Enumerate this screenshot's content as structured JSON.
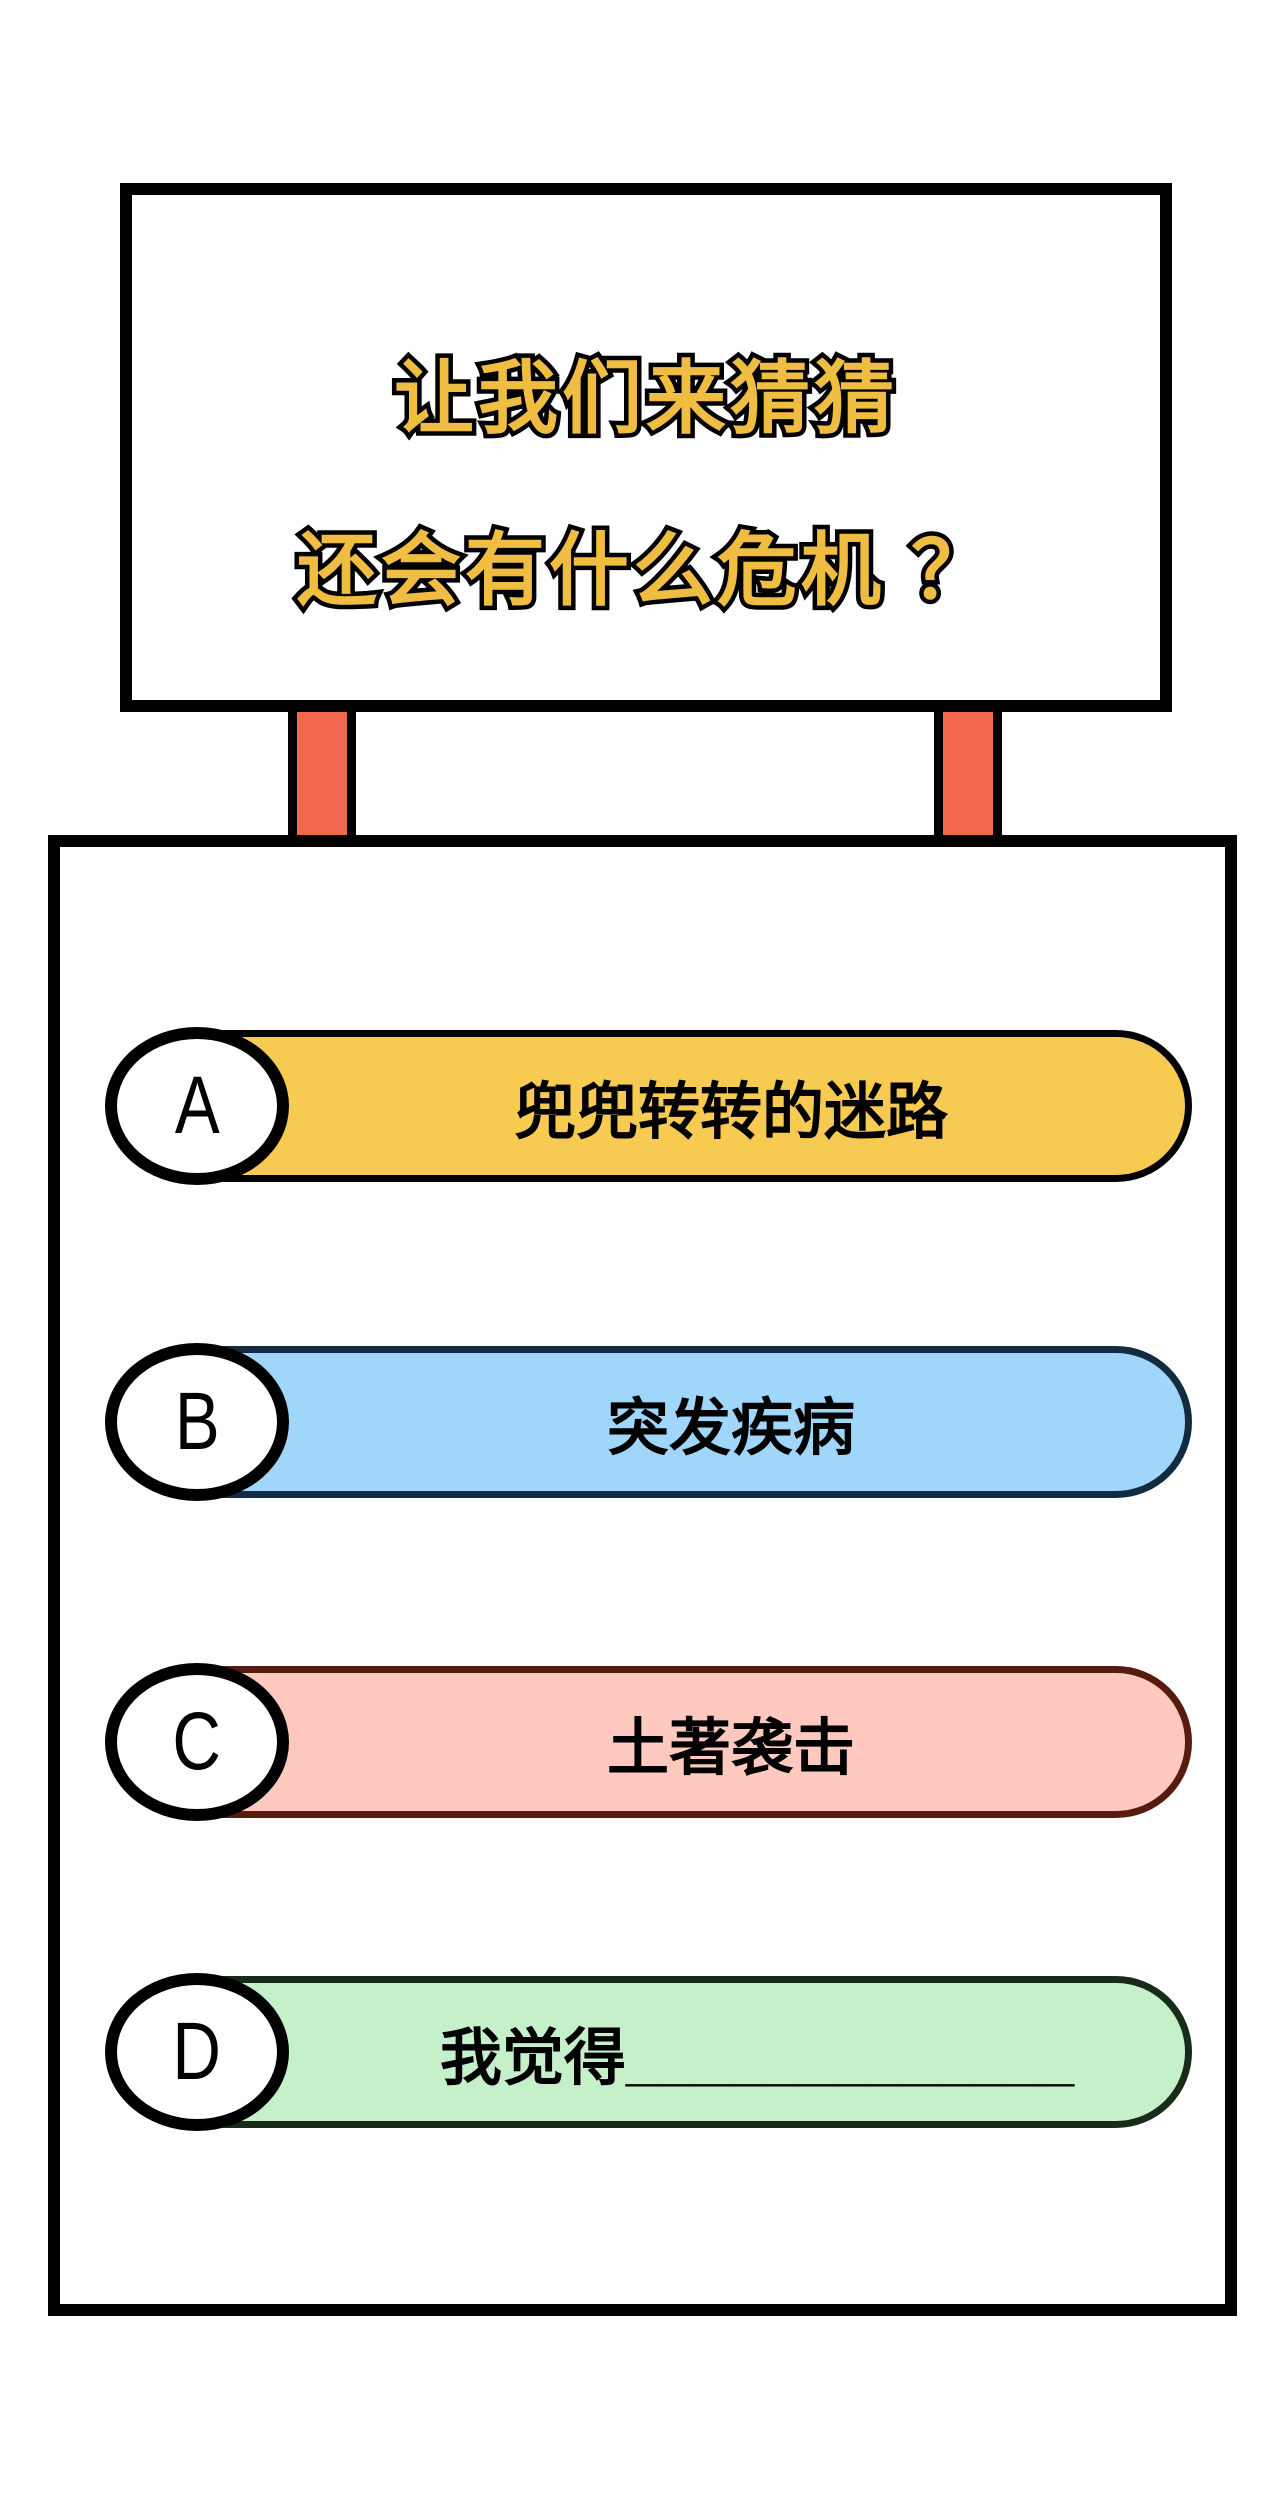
{
  "sign": {
    "title_line1": "让我们来猜猜",
    "title_line2": "还会有什么危机 ？",
    "title_color": "#F0BD43",
    "title_outline_color": "#000000"
  },
  "posts": {
    "color": "#F2674F"
  },
  "options": [
    {
      "letter": "A",
      "label": "兜兜转转的迷路",
      "fill": "#F7CB52",
      "border": "#000000"
    },
    {
      "letter": "B",
      "label": "突发疾病",
      "fill": "#9FD6FA",
      "border": "#122B40"
    },
    {
      "letter": "C",
      "label": "土著袭击",
      "fill": "#FFC9C0",
      "border": "#571B10"
    },
    {
      "letter": "D",
      "label": "我觉得_____________",
      "fill": "#C6F0C9",
      "border": "#182A18"
    }
  ],
  "colors": {
    "background": "#FFFFFF",
    "outline": "#000000",
    "badge_fill": "#FFFFFF",
    "label_text": "#000000"
  }
}
